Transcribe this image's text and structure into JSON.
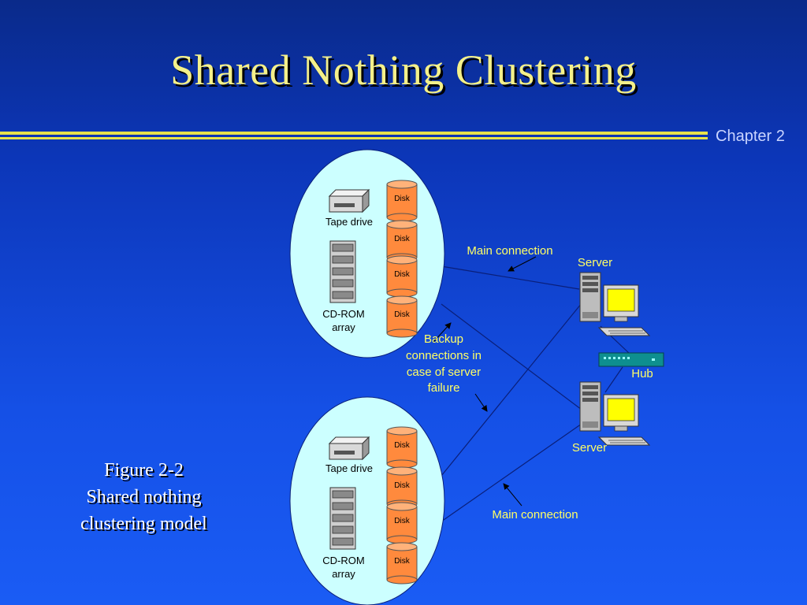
{
  "slide": {
    "title": "Shared Nothing Clustering",
    "chapter": "Chapter 2",
    "caption": [
      "Figure 2-2",
      "Shared nothing",
      "clustering model"
    ]
  },
  "diagram": {
    "top_node": {
      "tape_label": "Tape drive",
      "cdrom_label": [
        "CD-ROM",
        "array"
      ],
      "disks": [
        "Disk",
        "Disk",
        "Disk",
        "Disk"
      ]
    },
    "bottom_node": {
      "tape_label": "Tape drive",
      "cdrom_label": [
        "CD-ROM",
        "array"
      ],
      "disks": [
        "Disk",
        "Disk",
        "Disk",
        "Disk"
      ]
    },
    "top_server_label": "Server",
    "bottom_server_label": "Server",
    "hub_label": "Hub",
    "main_connection_top": "Main connection",
    "main_connection_bottom": "Main connection",
    "backup_label": [
      "Backup",
      "connections in",
      "case of server",
      "failure"
    ]
  },
  "colors": {
    "title": "#f4f08a",
    "rule": "#e8e24a",
    "node_fill": "#ccffff",
    "disk_fill": "#ff8a3d",
    "label_yellow": "#ffff66",
    "label_white": "#ffffff",
    "connection_line": "#0a1f7a",
    "hub": "#0e8f8f",
    "monitor_screen": "#ffff00"
  }
}
